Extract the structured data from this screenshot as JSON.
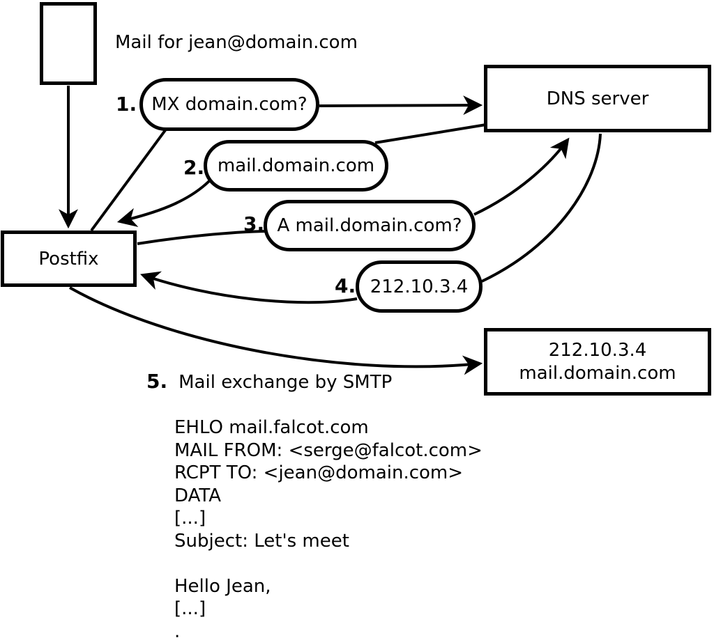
{
  "colors": {
    "ink": "#000000",
    "background": "#ffffff"
  },
  "labels": {
    "mail_for": "Mail for jean@domain.com"
  },
  "nodes": {
    "postfix": "Postfix",
    "dns_server": "DNS server",
    "mail_server": {
      "line1": "212.10.3.4",
      "line2": "mail.domain.com"
    }
  },
  "steps": [
    {
      "num": "1.",
      "label": "MX domain.com?"
    },
    {
      "num": "2.",
      "label": "mail.domain.com"
    },
    {
      "num": "3.",
      "label": "A mail.domain.com?"
    },
    {
      "num": "4.",
      "label": "212.10.3.4"
    },
    {
      "num": "5.",
      "label": "Mail exchange by SMTP"
    }
  ],
  "smtp_session": {
    "lines": [
      "EHLO mail.falcot.com",
      "MAIL FROM: <serge@falcot.com>",
      "RCPT TO: <jean@domain.com>",
      "DATA",
      "[...]",
      "Subject: Let's meet",
      "",
      "Hello Jean,",
      "[...]",
      "."
    ]
  }
}
